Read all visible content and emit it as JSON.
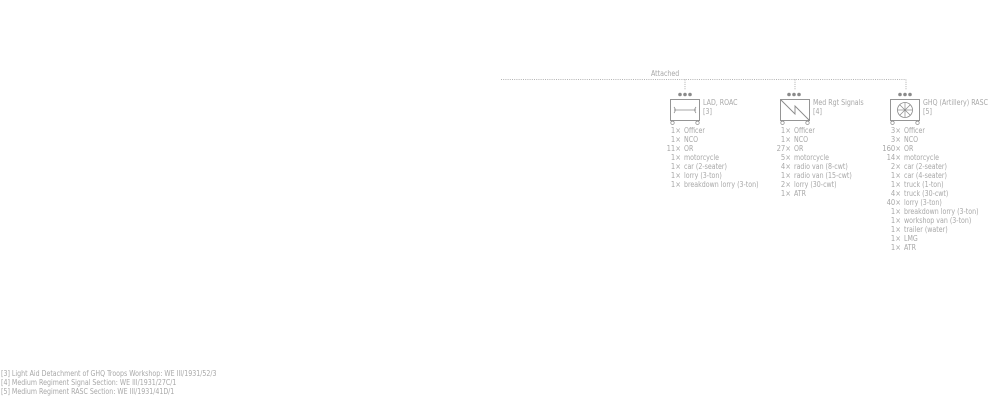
{
  "connector": {
    "label": "Attached"
  },
  "units": [
    {
      "id": "lad-roac",
      "name": "LAD, ROAC",
      "ref": "[3]",
      "icon": "wrench-icon",
      "equipment": [
        {
          "qty": "1×",
          "item": "Officer"
        },
        {
          "qty": "1×",
          "item": "NCO"
        },
        {
          "qty": "11×",
          "item": "OR"
        },
        {
          "qty": "1×",
          "item": "motorcycle"
        },
        {
          "qty": "1×",
          "item": "car (2-seater)"
        },
        {
          "qty": "1×",
          "item": "lorry (3-ton)"
        },
        {
          "qty": "1×",
          "item": "breakdown lorry (3-ton)"
        }
      ]
    },
    {
      "id": "med-rgt-signals",
      "name": "Med Rgt Signals",
      "ref": "[4]",
      "icon": "signals-lightning-icon",
      "equipment": [
        {
          "qty": "1×",
          "item": "Officer"
        },
        {
          "qty": "1×",
          "item": "NCO"
        },
        {
          "qty": "27×",
          "item": "OR"
        },
        {
          "qty": "5×",
          "item": "motorcycle"
        },
        {
          "qty": "4×",
          "item": "radio van (8-cwt)"
        },
        {
          "qty": "1×",
          "item": "radio van (15-cwt)"
        },
        {
          "qty": "2×",
          "item": "lorry (30-cwt)"
        },
        {
          "qty": "1×",
          "item": "ATR"
        }
      ]
    },
    {
      "id": "ghq-artillery-rasc",
      "name": "GHQ (Artillery) RASC",
      "ref": "[5]",
      "icon": "supply-wheel-icon",
      "equipment": [
        {
          "qty": "3×",
          "item": "Officer"
        },
        {
          "qty": "3×",
          "item": "NCO"
        },
        {
          "qty": "160×",
          "item": "OR"
        },
        {
          "qty": "14×",
          "item": "motorcycle"
        },
        {
          "qty": "2×",
          "item": "car (2-seater)"
        },
        {
          "qty": "1×",
          "item": "car (4-seater)"
        },
        {
          "qty": "1×",
          "item": "truck (1-ton)"
        },
        {
          "qty": "4×",
          "item": "truck (30-cwt)"
        },
        {
          "qty": "40×",
          "item": "lorry (3-ton)"
        },
        {
          "qty": "1×",
          "item": "breakdown lorry (3-ton)"
        },
        {
          "qty": "1×",
          "item": "workshop van (3-ton)"
        },
        {
          "qty": "1×",
          "item": "trailer (water)"
        },
        {
          "qty": "1×",
          "item": "LMG"
        },
        {
          "qty": "1×",
          "item": "ATR"
        }
      ]
    }
  ],
  "footnotes": [
    "[3] Light Aid Detachment of GHQ Troops Workshop: WE III/1931/52/3",
    "[4] Medium Regiment Signal Section: WE III/1931/27C/1",
    "[5] Medium Regiment RASC Section: WE III/1931/41D/1"
  ],
  "colors": {
    "line": "#9a9a9a",
    "text": "#a8a8a8",
    "dots": "#8a8a8a"
  }
}
